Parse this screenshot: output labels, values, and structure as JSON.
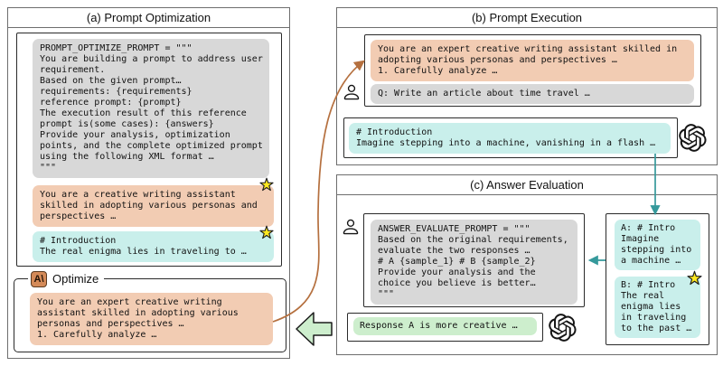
{
  "panels": {
    "a": {
      "title": "(a) Prompt Optimization",
      "optimize_prompt_code": "PROMPT_OPTIMIZE_PROMPT = \"\"\"\nYou are building a prompt to address user\nrequirement.\nBased on the given prompt…\nrequirements: {requirements}\nreference prompt: {prompt}\nThe execution result of this reference\nprompt is(some cases): {answers}\nProvide your analysis, optimization\npoints, and the complete optimized prompt\nusing the following XML format …\n\"\"\"",
      "draft_prompt": "You are a creative writing assistant\nskilled in adopting various personas and\nperspectives …",
      "draft_answer": "# Introduction\nThe real enigma lies in traveling to …",
      "optimize_label": "Optimize",
      "optimized_prompt": "You are an expert creative writing\nassistant skilled in adopting various\npersonas and perspectives …\n1. Carefully analyze …"
    },
    "b": {
      "title": "(b) Prompt Execution",
      "system_prompt": "You are an expert creative writing assistant skilled in\nadopting various personas and perspectives …\n1. Carefully analyze …",
      "user_question": "Q: Write an article about time travel …",
      "model_response": "# Introduction\nImagine stepping into a machine, vanishing in a flash …"
    },
    "c": {
      "title": "(c) Answer Evaluation",
      "evaluate_prompt_code": "ANSWER_EVALUATE_PROMPT = \"\"\"\nBased on the original requirements,\nevaluate the two responses …\n# A {sample_1} # B {sample_2}\nProvide your analysis and the\nchoice you believe is better…\n\"\"\"",
      "verdict": "Response A is more creative …",
      "sample_a": "A: # Intro\nImagine\nstepping into\na machine …",
      "sample_b": "B: # Intro\nThe real\nenigma lies\nin traveling\nto the past …"
    }
  },
  "icons": {
    "anthropic_logo_text": "A\\",
    "openai": "openai-logo",
    "user": "user-silhouette",
    "star": "favorite-star"
  },
  "colors": {
    "panel_border": "#6e6e6e",
    "inner_border": "#2a2a2a",
    "code_bg": "#d8d8d8",
    "prompt_bg": "#f2ccb3",
    "answer_bg": "#c9efeb",
    "verdict_bg": "#cdeecd",
    "optimize_arrow": "#b5703f",
    "flow_arrow": "#35999b",
    "anthropic_bg": "#d48a58",
    "star_fill": "#ffe81f"
  }
}
